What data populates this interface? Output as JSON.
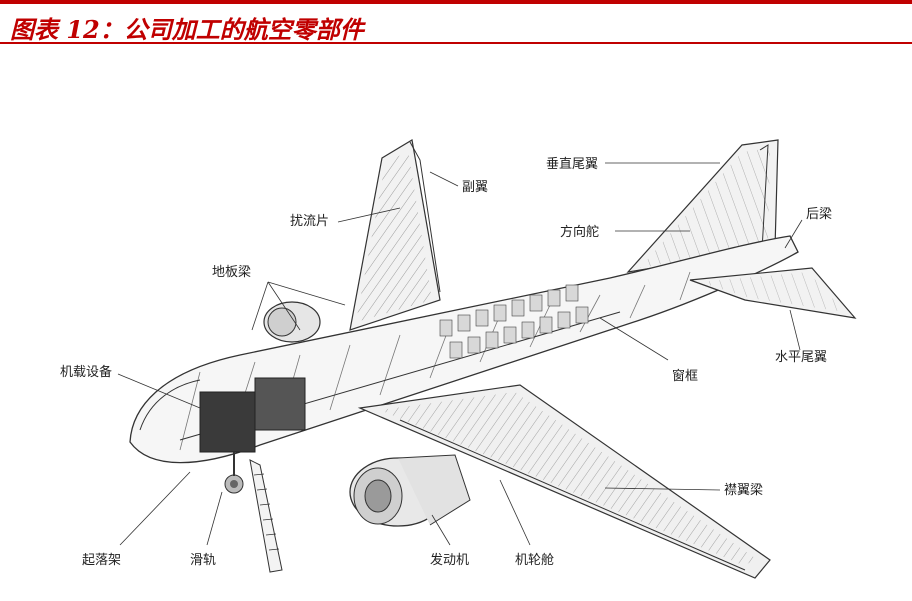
{
  "header": {
    "title": "图表 12：公司加工的航空零部件"
  },
  "diagram": {
    "labels": {
      "fuyi": "副翼",
      "raoliupian": "扰流片",
      "diban": "地板梁",
      "jizai": "机载设备",
      "qiluo": "起落架",
      "huagui": "滑轨",
      "fadong": "发动机",
      "jilun": "机轮舱",
      "jinyi": "襟翼梁",
      "chuangkuang": "窗框",
      "shuiping": "水平尾翼",
      "houliang": "后梁",
      "fangxiang": "方向舵",
      "chuizhi": "垂直尾翼"
    }
  }
}
